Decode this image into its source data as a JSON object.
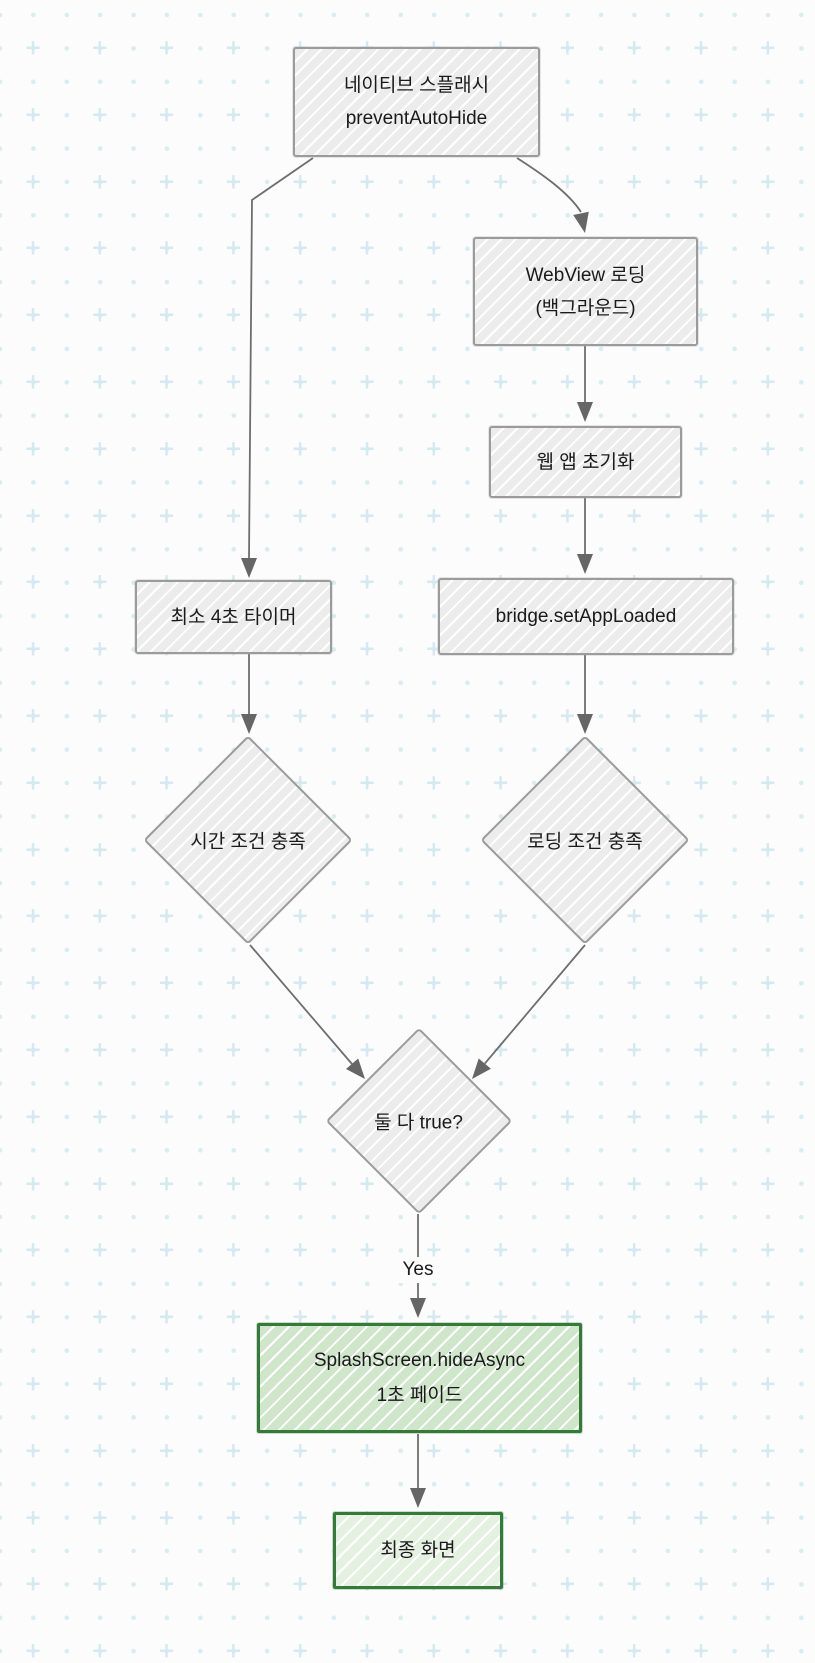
{
  "diagram": {
    "nodes": {
      "native_splash": {
        "line1": "네이티브 스플래시",
        "line2": "preventAutoHide"
      },
      "webview_loading": {
        "line1": "WebView 로딩",
        "line2": "(백그라운드)"
      },
      "webapp_init": {
        "label": "웹 앱 초기화"
      },
      "bridge_set_app_loaded": {
        "label": "bridge.setAppLoaded"
      },
      "min_timer": {
        "label": "최소 4초 타이머"
      },
      "time_condition": {
        "label": "시간 조건 충족"
      },
      "loading_condition": {
        "label": "로딩 조건 충족"
      },
      "both_true": {
        "label": "둘 다 true?"
      },
      "hide_async": {
        "line1": "SplashScreen.hideAsync",
        "line2": "1초 페이드"
      },
      "final_screen": {
        "label": "최종 화면"
      }
    },
    "edge_labels": {
      "yes": "Yes"
    },
    "colors": {
      "node_border": "#9b9b9b",
      "node_fill": "#ececec",
      "accent_border": "#347a38",
      "accent_fill": "#cfe6cb",
      "accent_fill_light": "#e4f0e0",
      "arrow": "#666666",
      "text": "#1a1a1a",
      "pattern_dot": "#d9ecf1",
      "pattern_plus": "#d5eaf0"
    }
  }
}
